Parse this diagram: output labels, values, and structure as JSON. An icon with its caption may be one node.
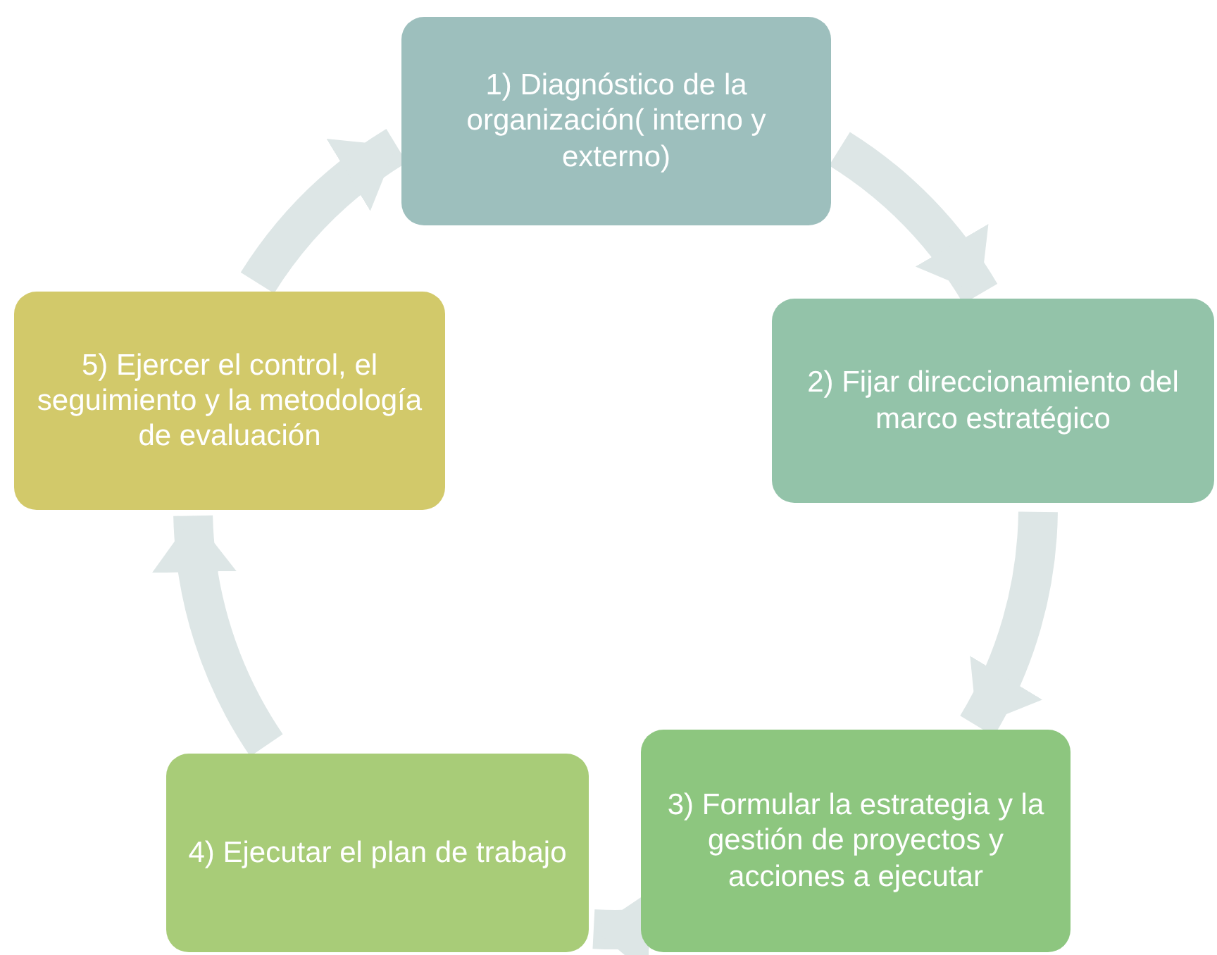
{
  "diagram": {
    "nodes": [
      {
        "text": [
          "1) Diagnóstico de la organización( interno y externo)"
        ]
      },
      {
        "text": [
          "2) Fijar direccionamiento del marco estratégico"
        ]
      },
      {
        "text": [
          "3) Formular la estrategia  y la gestión de proyectos y acciones a ejecutar"
        ]
      },
      {
        "text": [
          "4) Ejecutar el plan de trabajo"
        ]
      },
      {
        "text": [
          "5) Ejercer el control, el seguimiento y la metodología de evaluación"
        ]
      }
    ],
    "edges": [
      {
        "from": 0,
        "to": 1,
        "arrow": "to"
      },
      {
        "from": 1,
        "to": 2,
        "arrow": "to"
      },
      {
        "from": 2,
        "to": 3,
        "arrow": "to"
      },
      {
        "from": 3,
        "to": 4,
        "arrow": "to"
      },
      {
        "from": 4,
        "to": 0,
        "arrow": "to"
      }
    ]
  }
}
